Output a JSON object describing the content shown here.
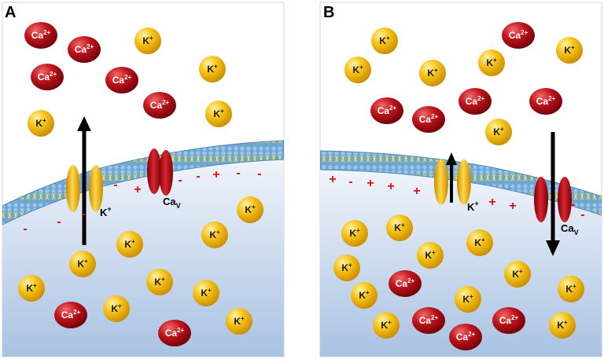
{
  "panels": [
    {
      "label": "A",
      "ions": [
        {
          "label": "Ca",
          "sup": "2+"
        },
        {
          "label": "Ca",
          "sup": "2+"
        },
        {
          "label": "K",
          "sup": "+"
        },
        {
          "label": "Ca",
          "sup": "2+"
        },
        {
          "label": "Ca",
          "sup": "2+"
        },
        {
          "label": "K",
          "sup": "+"
        },
        {
          "label": "Ca",
          "sup": "2+"
        },
        {
          "label": "K",
          "sup": "+"
        },
        {
          "label": "K",
          "sup": "+"
        },
        {
          "label": "K",
          "sup": "+"
        },
        {
          "label": "K",
          "sup": "+"
        },
        {
          "label": "K",
          "sup": "+"
        },
        {
          "label": "K",
          "sup": "+"
        },
        {
          "label": "K",
          "sup": "+"
        },
        {
          "label": "K",
          "sup": "+"
        },
        {
          "label": "K",
          "sup": "+"
        },
        {
          "label": "Ca",
          "sup": "2+"
        },
        {
          "label": "K",
          "sup": "+"
        },
        {
          "label": "Ca",
          "sup": "2+"
        },
        {
          "label": "K",
          "sup": "+"
        }
      ],
      "charges": [
        "-",
        "-",
        "-",
        "-",
        "+",
        "-",
        "-",
        "+",
        "-",
        "-"
      ],
      "channel_labels": [
        {
          "label": "K",
          "sup": "+"
        },
        {
          "label": "Ca",
          "sub": "V"
        }
      ]
    },
    {
      "label": "B",
      "ions": [
        {
          "label": "K",
          "sup": "+"
        },
        {
          "label": "Ca",
          "sup": "2+"
        },
        {
          "label": "K",
          "sup": "+"
        },
        {
          "label": "K",
          "sup": "+"
        },
        {
          "label": "K",
          "sup": "+"
        },
        {
          "label": "K",
          "sup": "+"
        },
        {
          "label": "Ca",
          "sup": "2+"
        },
        {
          "label": "Ca",
          "sup": "2+"
        },
        {
          "label": "Ca",
          "sup": "2+"
        },
        {
          "label": "Ca",
          "sup": "2+"
        },
        {
          "label": "K",
          "sup": "+"
        },
        {
          "label": "K",
          "sup": "+"
        },
        {
          "label": "K",
          "sup": "+"
        },
        {
          "label": "K",
          "sup": "+"
        },
        {
          "label": "K",
          "sup": "+"
        },
        {
          "label": "K",
          "sup": "+"
        },
        {
          "label": "K",
          "sup": "+"
        },
        {
          "label": "K",
          "sup": "+"
        },
        {
          "label": "Ca",
          "sup": "2+"
        },
        {
          "label": "K",
          "sup": "+"
        },
        {
          "label": "K",
          "sup": "+"
        },
        {
          "label": "K",
          "sup": "+"
        },
        {
          "label": "Ca",
          "sup": "2+"
        },
        {
          "label": "Ca",
          "sup": "2+"
        },
        {
          "label": "Ca",
          "sup": "2+"
        },
        {
          "label": "K",
          "sup": "+"
        }
      ],
      "charges": [
        "+",
        "-",
        "+",
        "+",
        "+",
        "+",
        "+",
        "-",
        "-"
      ],
      "channel_labels": [
        {
          "label": "K",
          "sup": "+"
        },
        {
          "label": "Ca",
          "sub": "V"
        }
      ]
    }
  ],
  "colors": {
    "k_ion": "#f2b705",
    "ca_ion": "#c0141c",
    "charge": "#e01010",
    "membrane": "#6fa6d2",
    "cytoplasm_top": "#f4f7fc",
    "cytoplasm_bottom": "#aac3e3"
  }
}
